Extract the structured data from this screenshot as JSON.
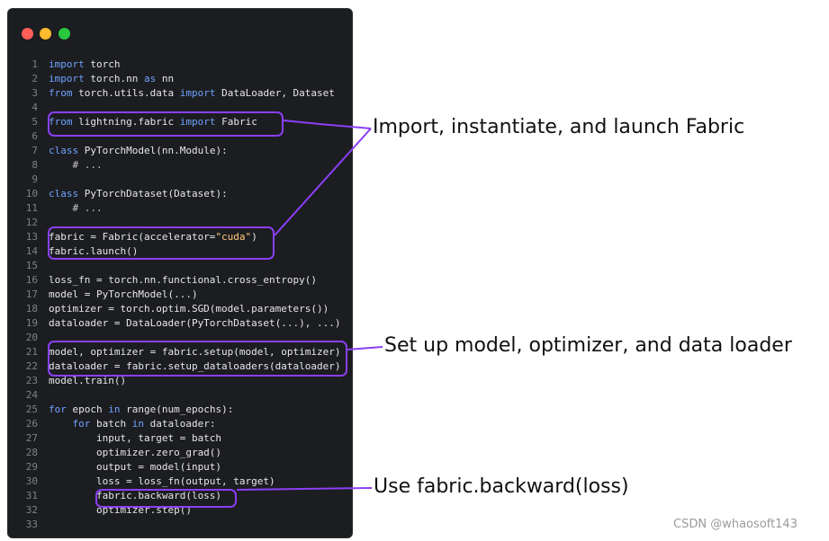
{
  "window": {
    "controls": [
      "close-dot",
      "minimize-dot",
      "maximize-dot"
    ],
    "colors": {
      "background": "#1c1d20",
      "close": "#ff5f57",
      "minimize": "#febc2e",
      "maximize": "#28c840",
      "highlight": "#8a3ff5"
    }
  },
  "code": {
    "lines": [
      [
        {
          "t": "import",
          "k": "kw"
        },
        {
          "t": " torch"
        }
      ],
      [
        {
          "t": "import",
          "k": "kw"
        },
        {
          "t": " torch.nn "
        },
        {
          "t": "as",
          "k": "kw"
        },
        {
          "t": " nn"
        }
      ],
      [
        {
          "t": "from",
          "k": "kw"
        },
        {
          "t": " torch.utils.data "
        },
        {
          "t": "import",
          "k": "kw"
        },
        {
          "t": " DataLoader, Dataset"
        }
      ],
      [],
      [
        {
          "t": "from",
          "k": "kw"
        },
        {
          "t": " lightning.fabric "
        },
        {
          "t": "import",
          "k": "kw"
        },
        {
          "t": " Fabric"
        }
      ],
      [],
      [
        {
          "t": "class",
          "k": "kw"
        },
        {
          "t": " PyTorchModel(nn.Module):"
        }
      ],
      [
        {
          "t": "    # ...",
          "k": "cm"
        }
      ],
      [],
      [
        {
          "t": "class",
          "k": "kw"
        },
        {
          "t": " PyTorchDataset(Dataset):"
        }
      ],
      [
        {
          "t": "    # ...",
          "k": "cm"
        }
      ],
      [],
      [
        {
          "t": "fabric = Fabric(accelerator="
        },
        {
          "t": "\"cuda\"",
          "k": "str"
        },
        {
          "t": ")"
        }
      ],
      [
        {
          "t": "fabric.launch()"
        }
      ],
      [],
      [
        {
          "t": "loss_fn = torch.nn.functional.cross_entropy()"
        }
      ],
      [
        {
          "t": "model = PyTorchModel(...)"
        }
      ],
      [
        {
          "t": "optimizer = torch.optim.SGD(model.parameters())"
        }
      ],
      [
        {
          "t": "dataloader = DataLoader(PyTorchDataset(...), ...)"
        }
      ],
      [],
      [
        {
          "t": "model, optimizer = fabric.setup(model, optimizer)"
        }
      ],
      [
        {
          "t": "dataloader = fabric.setup_dataloaders(dataloader)"
        }
      ],
      [
        {
          "t": "model.train()"
        }
      ],
      [],
      [
        {
          "t": "for",
          "k": "kw"
        },
        {
          "t": " epoch "
        },
        {
          "t": "in",
          "k": "kw"
        },
        {
          "t": " range(num_epochs):"
        }
      ],
      [
        {
          "t": "    "
        },
        {
          "t": "for",
          "k": "kw"
        },
        {
          "t": " batch "
        },
        {
          "t": "in",
          "k": "kw"
        },
        {
          "t": " dataloader:"
        }
      ],
      [
        {
          "t": "        input, target = batch"
        }
      ],
      [
        {
          "t": "        optimizer.zero_grad()"
        }
      ],
      [
        {
          "t": "        output = model(input)"
        }
      ],
      [
        {
          "t": "        loss = loss_fn(output, target)"
        }
      ],
      [
        {
          "t": "        fabric.backward(loss)"
        }
      ],
      [
        {
          "t": "        optimizer.step()"
        }
      ],
      []
    ]
  },
  "annotations": {
    "launch": "Import, instantiate, and launch Fabric",
    "setup": "Set up model, optimizer, and data loader",
    "backward": "Use fabric.backward(loss)"
  },
  "watermark": "CSDN @whaosoft143"
}
